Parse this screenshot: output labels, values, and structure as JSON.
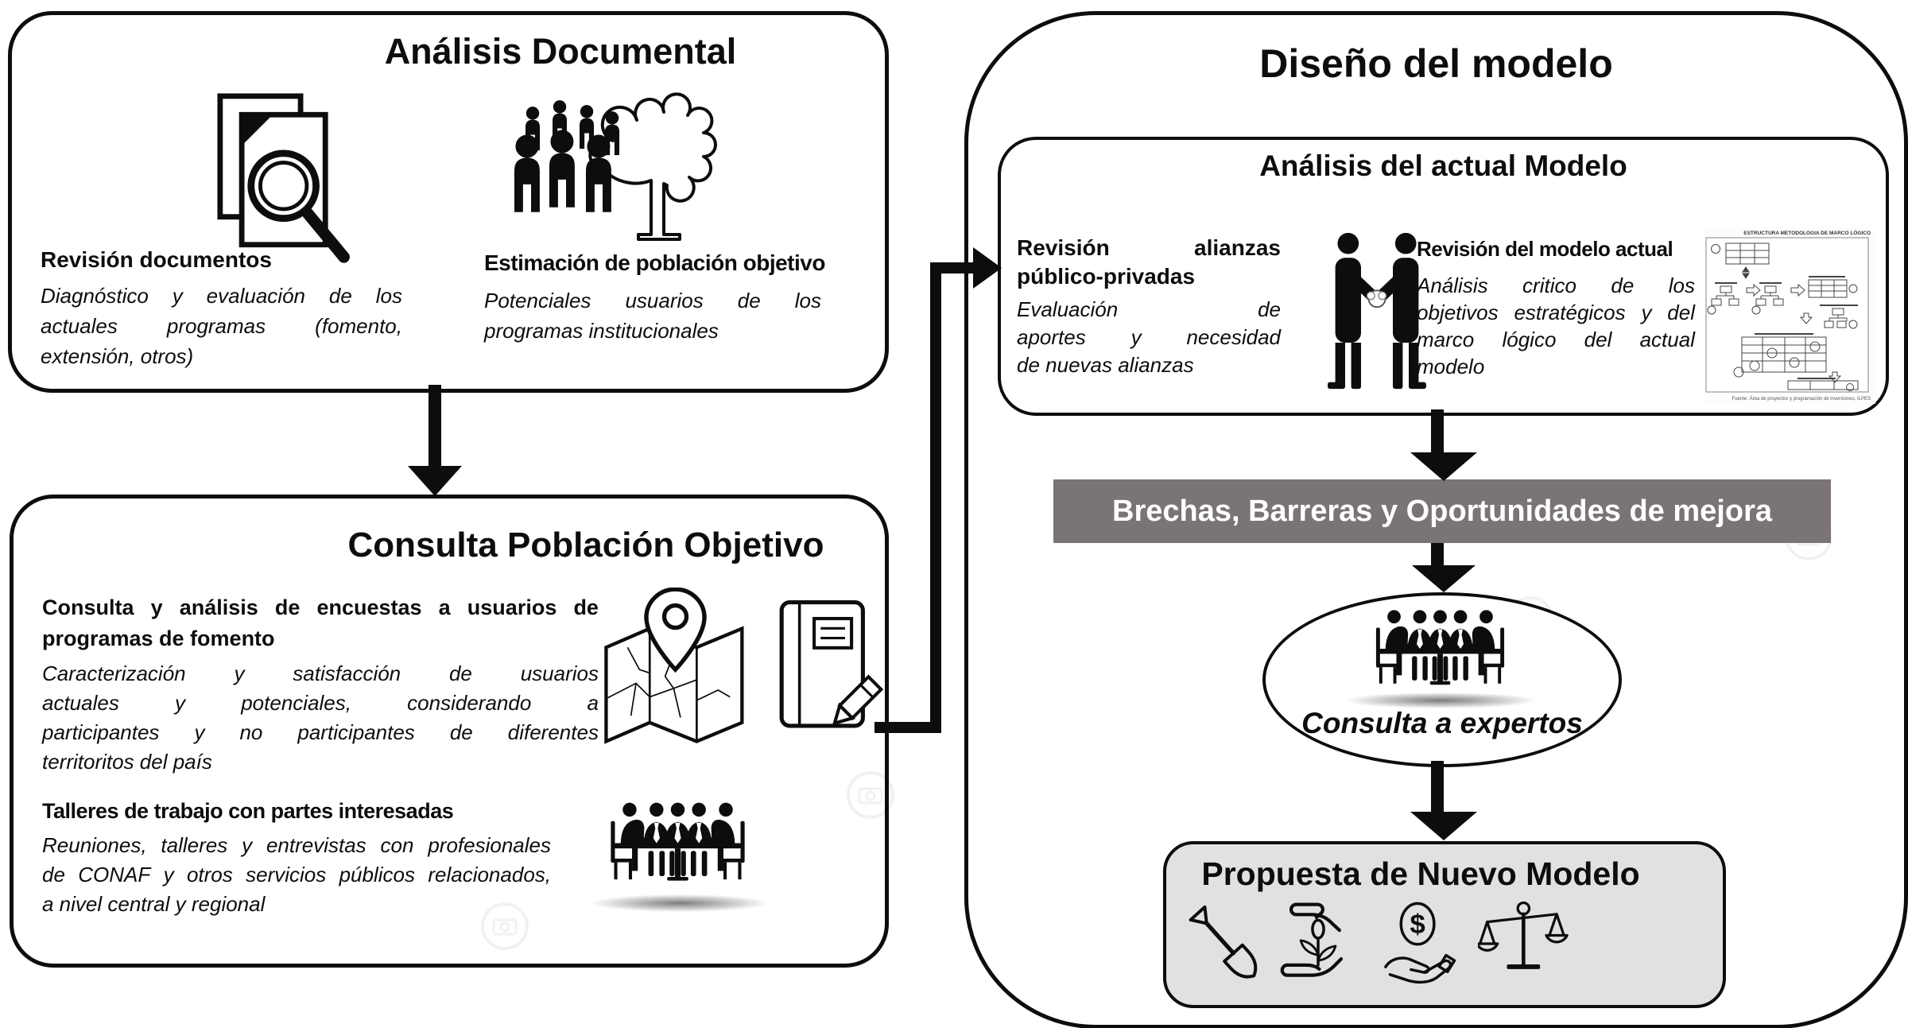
{
  "colors": {
    "ink": "#0d0d0d",
    "bar_bg": "#7b7474",
    "bar_text": "#ffffff",
    "propuesta_bg": "#e2e1e1"
  },
  "analisis_documental": {
    "title": "Análisis Documental",
    "revision_documentos": {
      "heading": "Revisión documentos",
      "body_lines": [
        "Diagnóstico y evaluación de los",
        "actuales programas (fomento,",
        "extensión, otros)"
      ]
    },
    "estimacion_poblacion": {
      "heading": "Estimación de población objetivo",
      "body_lines": [
        "Potenciales usuarios de los",
        "programas institucionales"
      ]
    }
  },
  "consulta_poblacion": {
    "title": "Consulta Población Objetivo",
    "encuestas": {
      "heading_lines": [
        "Consulta y análisis de encuestas a usuarios de",
        "programas de fomento"
      ],
      "body_lines": [
        "Caracterización y satisfacción de usuarios",
        "actuales y potenciales, considerando a",
        "participantes y no participantes de diferentes",
        "territoritos del país"
      ]
    },
    "talleres": {
      "heading": "Talleres de trabajo con partes interesadas",
      "body_lines": [
        "Reuniones, talleres y entrevistas con profesionales",
        "de CONAF y otros servicios públicos relacionados,",
        "a nivel central y regional"
      ]
    }
  },
  "diseno_modelo": {
    "title": "Diseño del modelo",
    "analisis_actual": {
      "title": "Análisis del actual Modelo",
      "alianzas": {
        "heading_lines": [
          "Revisión alianzas",
          "público-privadas"
        ],
        "body_lines": [
          "Evaluación de",
          "aportes y necesidad",
          "de nuevas alianzas"
        ]
      },
      "modelo_actual": {
        "heading": "Revisión del modelo actual",
        "body_lines": [
          "Análisis critico de los",
          "objetivos estratégicos y del",
          "marco lógico del actual",
          "modelo"
        ]
      },
      "thumbnail": {
        "caption": "ESTRUCTURA METODOLOGIA DE MARCO LÓGICO",
        "source": "Fuente: Área de proyectos y programación de inversiones, ILPES"
      }
    },
    "brechas_bar": {
      "label": "Brechas, Barreras y Oportunidades de mejora"
    },
    "consulta_expertos": {
      "label": "Consulta a expertos"
    },
    "propuesta": {
      "title": "Propuesta de Nuevo Modelo"
    }
  },
  "icons": {
    "dollar_glyph": "$",
    "names": [
      "documents-magnifier-icon",
      "population-tree-icon",
      "map-pin-icon",
      "notebook-pencil-icon",
      "meeting-table-icon",
      "handshake-icon",
      "model-structure-thumbnail",
      "shovel-icon",
      "hand-plant-icon",
      "dollar-hand-icon",
      "scales-icon"
    ]
  }
}
